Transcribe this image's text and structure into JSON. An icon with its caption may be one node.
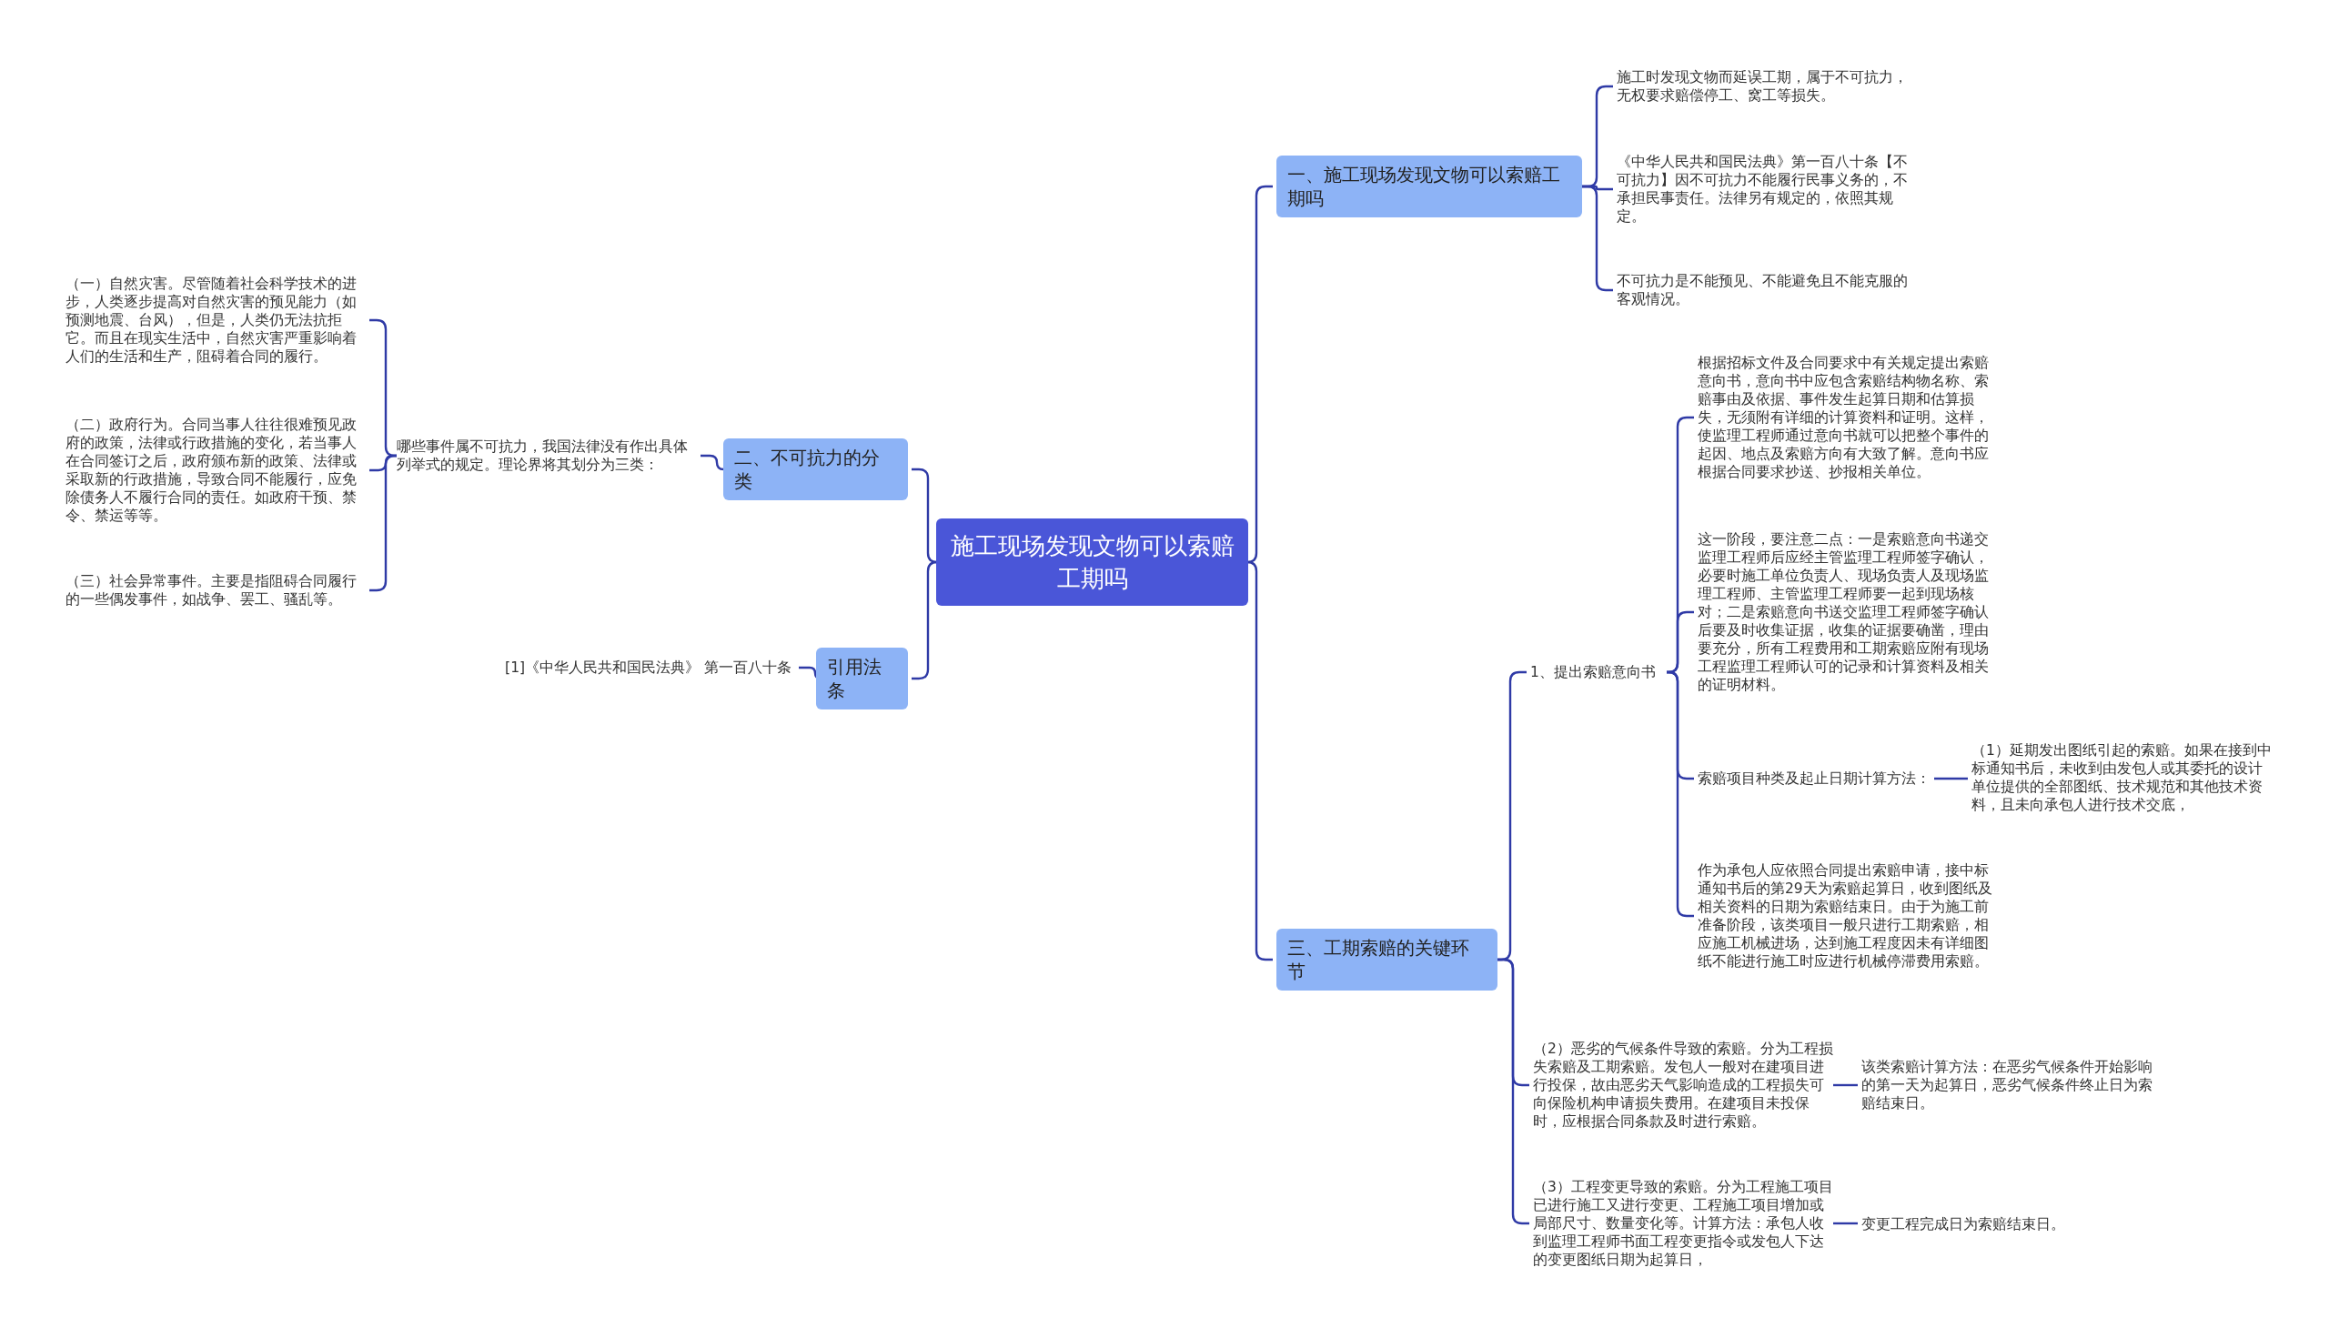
{
  "diagram": {
    "nodes": [
      {
        "text": [
          "施工现场发现文物可以索赔工期吗"
        ]
      },
      {
        "text": [
          "一、施工现场发现文物可以索赔工期吗"
        ]
      },
      {
        "text": [
          "施工时发现文物而延误工期，属于不可抗力，无权要求赔偿停工、窝工等损失。"
        ]
      },
      {
        "text": [
          "《中华人民共和国民法典》第一百八十条【不可抗力】因不可抗力不能履行民事义务的，不承担民事责任。法律另有规定的，依照其规定。"
        ]
      },
      {
        "text": [
          "不可抗力是不能预见、不能避免且不能克服的客观情况。"
        ]
      },
      {
        "text": [
          "二、不可抗力的分类"
        ]
      },
      {
        "text": [
          "哪些事件属不可抗力，我国法律没有作出具体列举式的规定。理论界将其划分为三类："
        ]
      },
      {
        "text": [
          "（一）自然灾害。尽管随着社会科学技术的进步，人类逐步提高对自然灾害的预见能力（如预测地震、台风），但是，人类仍无法抗拒它。而且在现实生活中，自然灾害严重影响着人们的生活和生产，阻碍着合同的履行。"
        ]
      },
      {
        "text": [
          "（二）政府行为。合同当事人往往很难预见政府的政策，法律或行政措施的变化，若当事人在合同签订之后，政府颁布新的政策、法律或采取新的行政措施，导致合同不能履行，应免除债务人不履行合同的责任。如政府干预、禁令、禁运等等。"
        ]
      },
      {
        "text": [
          "（三）社会异常事件。主要是指阻碍合同履行的一些偶发事件，如战争、罢工、骚乱等。"
        ]
      },
      {
        "text": [
          "引用法条"
        ]
      },
      {
        "text": [
          "[1]《中华人民共和国民法典》 第一百八十条"
        ]
      },
      {
        "text": [
          "三、工期索赔的关键环节"
        ]
      },
      {
        "text": [
          "1、提出索赔意向书"
        ]
      },
      {
        "text": [
          "根据招标文件及合同要求中有关规定提出索赔意向书，意向书中应包含索赔结构物名称、索赔事由及依据、事件发生起算日期和估算损失，无须附有详细的计算资料和证明。这样，使监理工程师通过意向书就可以把整个事件的起因、地点及索赔方向有大致了解。意向书应根据合同要求抄送、抄报相关单位。"
        ]
      },
      {
        "text": [
          "这一阶段，要注意二点：一是索赔意向书递交监理工程师后应经主管监理工程师签字确认，必要时施工单位负责人、现场负责人及现场监理工程师、主管监理工程师要一起到现场核对；二是索赔意向书送交监理工程师签字确认后要及时收集证据，收集的证据要确凿，理由要充分，所有工程费用和工期索赔应附有现场工程监理工程师认可的记录和计算资料及相关的证明材料。"
        ]
      },
      {
        "text": [
          "索赔项目种类及起止日期计算方法："
        ]
      },
      {
        "text": [
          "（1）延期发出图纸引起的索赔。如果在接到中标通知书后，未收到由发包人或其委托的设计单位提供的全部图纸、技术规范和其他技术资料，且未向承包人进行技术交底，"
        ]
      },
      {
        "text": [
          "作为承包人应依照合同提出索赔申请，接中标通知书后的第29天为索赔起算日，收到图纸及相关资料的日期为索赔结束日。由于为施工前准备阶段，该类项目一般只进行工期索赔，相应施工机械进场，达到施工程度因未有详细图纸不能进行施工时应进行机械停滞费用索赔。"
        ]
      },
      {
        "text": [
          "（2）恶劣的气候条件导致的索赔。分为工程损失索赔及工期索赔。发包人一般对在建项目进行投保，故由恶劣天气影响造成的工程损失可向保险机构申请损失费用。在建项目未投保时，应根据合同条款及时进行索赔。"
        ]
      },
      {
        "text": [
          "该类索赔计算方法：在恶劣气候条件开始影响的第一天为起算日，恶劣气候条件终止日为索赔结束日。"
        ]
      },
      {
        "text": [
          "（3）工程变更导致的索赔。分为工程施工项目已进行施工又进行变更、工程施工项目增加或局部尺寸、数量变化等。计算方法：承包人收到监理工程师书面工程变更指令或发包人下达的变更图纸日期为起算日，"
        ]
      },
      {
        "text": [
          "变更工程完成日为索赔结束日。"
        ]
      }
    ],
    "edges": [
      {
        "from": 0,
        "to": 1,
        "arrow": "none"
      },
      {
        "from": 0,
        "to": 5,
        "arrow": "none"
      },
      {
        "from": 0,
        "to": 10,
        "arrow": "none"
      },
      {
        "from": 0,
        "to": 12,
        "arrow": "none"
      },
      {
        "from": 1,
        "to": 2,
        "arrow": "none"
      },
      {
        "from": 1,
        "to": 3,
        "arrow": "none"
      },
      {
        "from": 1,
        "to": 4,
        "arrow": "none"
      },
      {
        "from": 5,
        "to": 6,
        "arrow": "none"
      },
      {
        "from": 6,
        "to": 7,
        "arrow": "none"
      },
      {
        "from": 6,
        "to": 8,
        "arrow": "none"
      },
      {
        "from": 6,
        "to": 9,
        "arrow": "none"
      },
      {
        "from": 10,
        "to": 11,
        "arrow": "none"
      },
      {
        "from": 12,
        "to": 13,
        "arrow": "none"
      },
      {
        "from": 12,
        "to": 19,
        "arrow": "none"
      },
      {
        "from": 12,
        "to": 21,
        "arrow": "none"
      },
      {
        "from": 13,
        "to": 14,
        "arrow": "none"
      },
      {
        "from": 13,
        "to": 15,
        "arrow": "none"
      },
      {
        "from": 13,
        "to": 16,
        "arrow": "none"
      },
      {
        "from": 13,
        "to": 18,
        "arrow": "none"
      },
      {
        "from": 16,
        "to": 17,
        "arrow": "none"
      },
      {
        "from": 19,
        "to": 20,
        "arrow": "none"
      },
      {
        "from": 21,
        "to": 22,
        "arrow": "none"
      }
    ]
  }
}
